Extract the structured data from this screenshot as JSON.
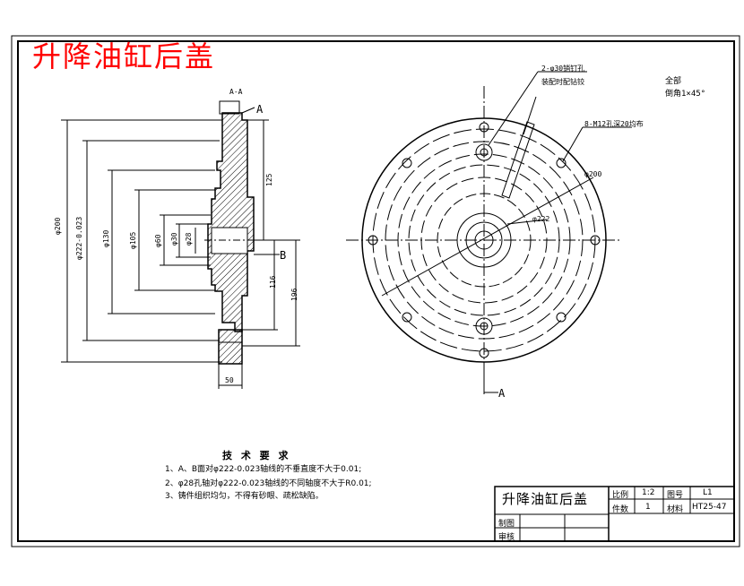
{
  "drawing": {
    "title": "升降油缸后盖",
    "section_label": "A-A",
    "view_marker": "A",
    "datum_b": "B",
    "dims": {
      "d200": "φ200",
      "d222": "φ222-0.023",
      "d130": "φ130",
      "d105": "φ105",
      "d60": "φ60",
      "d30": "φ30",
      "d28": "φ28",
      "h125": "125",
      "h116": "116",
      "h196": "196",
      "w50": "50"
    },
    "notes": {
      "holes_2": "2-φ30销钉孔",
      "holes_2_sub": "装配时配钻铰",
      "holes_8": "8-M12孔深20均布",
      "finish_1": "全部",
      "finish_2": "倒角1×45°",
      "circle_d": "φ200",
      "circle_d2": "φ222"
    }
  },
  "requirements": {
    "heading": "技 术 要 求",
    "items": [
      "1、A、B面对φ222-0.023轴线的不垂直度不大于0.01;",
      "2、φ28孔轴对φ222-0.023轴线的不同轴度不大于R0.01;",
      "3、铸件组织均匀，不得有砂眼、疏松缺陷。"
    ]
  },
  "title_block": {
    "part_name": "升降油缸后盖",
    "scale_label": "比例",
    "scale_value": "1:2",
    "drawing_no_label": "图号",
    "drawing_no_value": "L1",
    "qty_label": "件数",
    "qty_value": "1",
    "material_label": "材料",
    "material_value": "HT25-47",
    "drawn_label": "制图",
    "checked_label": "审核"
  }
}
